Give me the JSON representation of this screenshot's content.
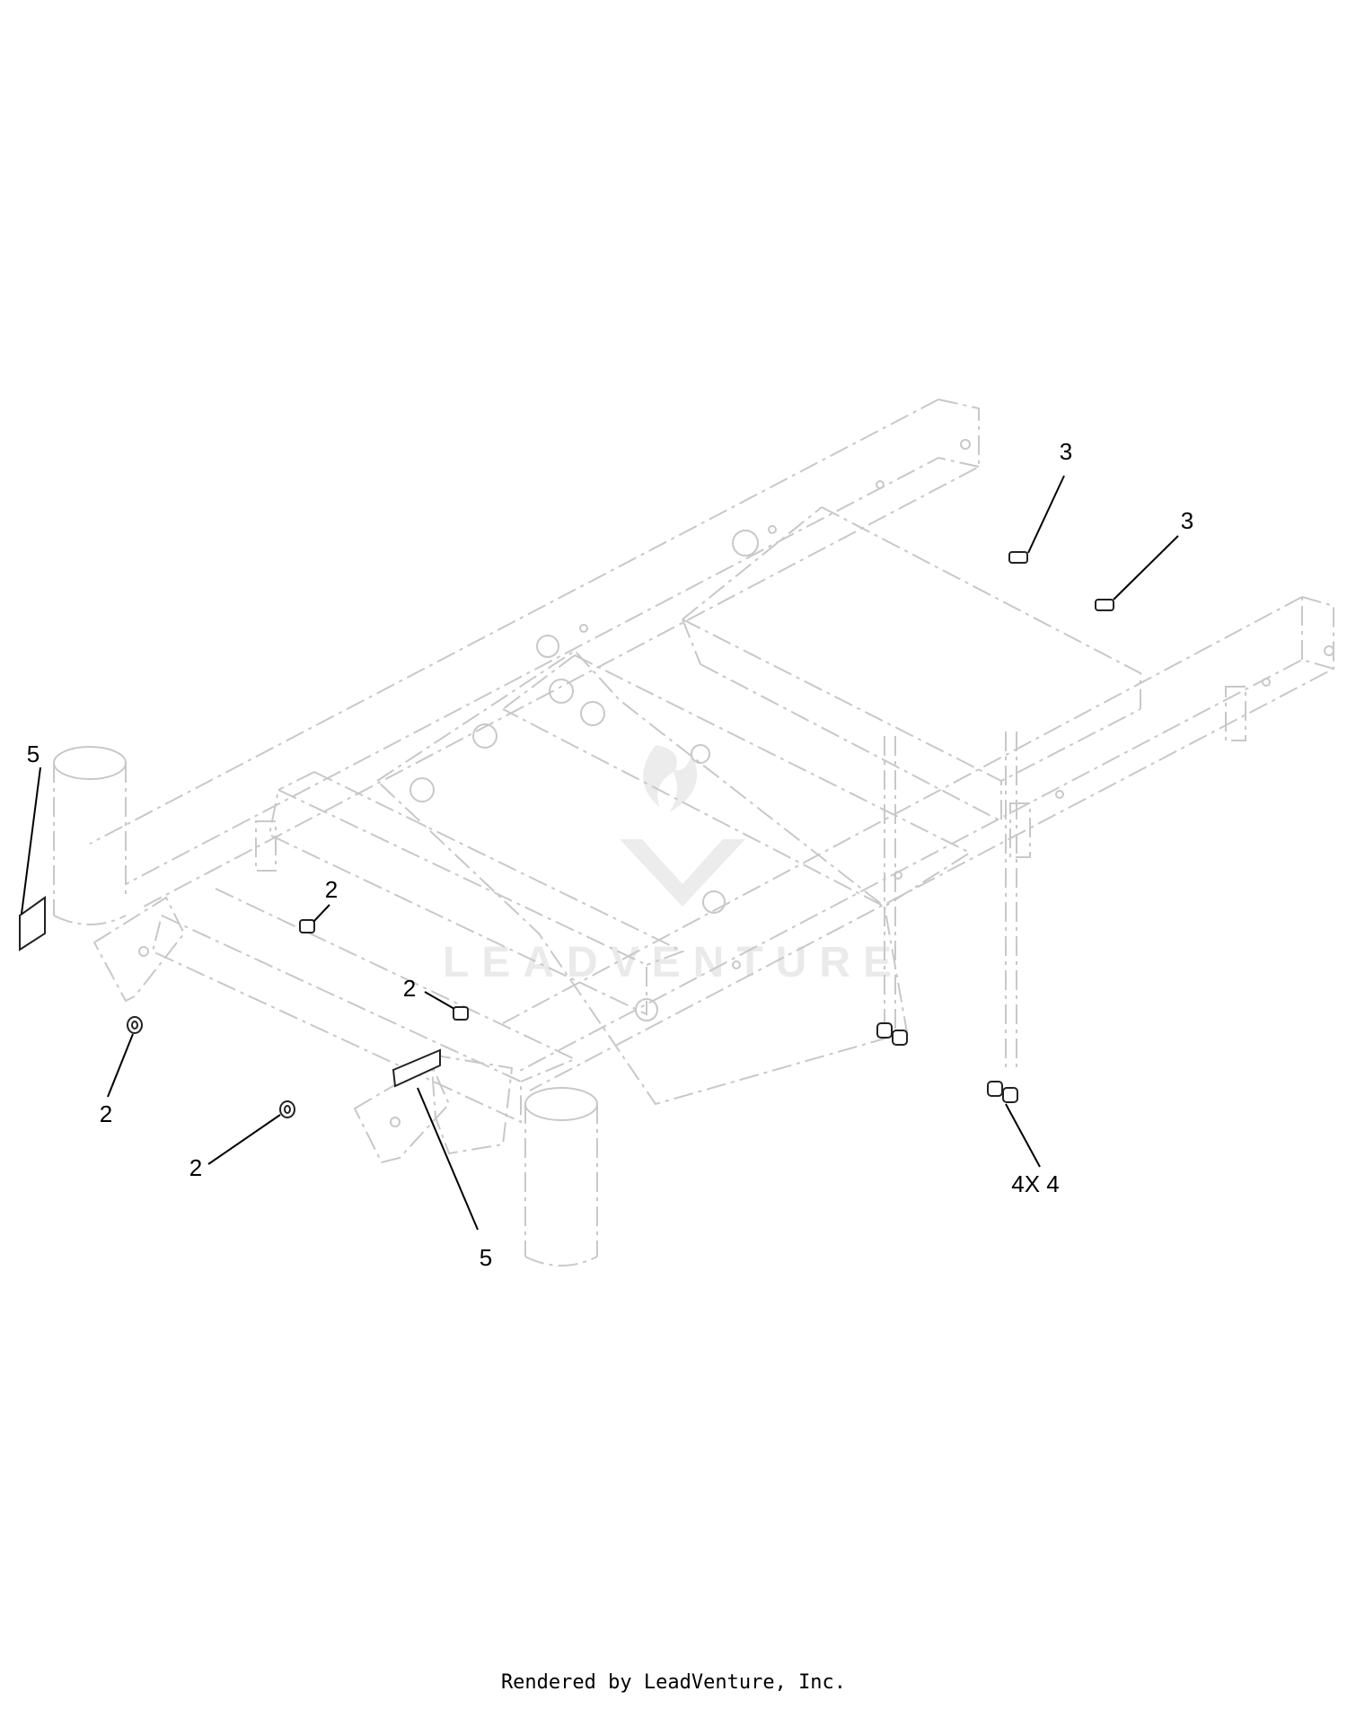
{
  "callouts": [
    {
      "id": "c5-left",
      "label": "5"
    },
    {
      "id": "c3-top",
      "label": "3"
    },
    {
      "id": "c3-right",
      "label": "3"
    },
    {
      "id": "c2-a",
      "label": "2"
    },
    {
      "id": "c2-b",
      "label": "2"
    },
    {
      "id": "c2-c",
      "label": "2"
    },
    {
      "id": "c2-d",
      "label": "2"
    },
    {
      "id": "c5-bottom",
      "label": "5"
    },
    {
      "id": "c4",
      "label": "4X 4"
    }
  ],
  "watermark": {
    "text": "LEADVENTURE"
  },
  "footer": {
    "text": "Rendered by LeadVenture, Inc."
  }
}
